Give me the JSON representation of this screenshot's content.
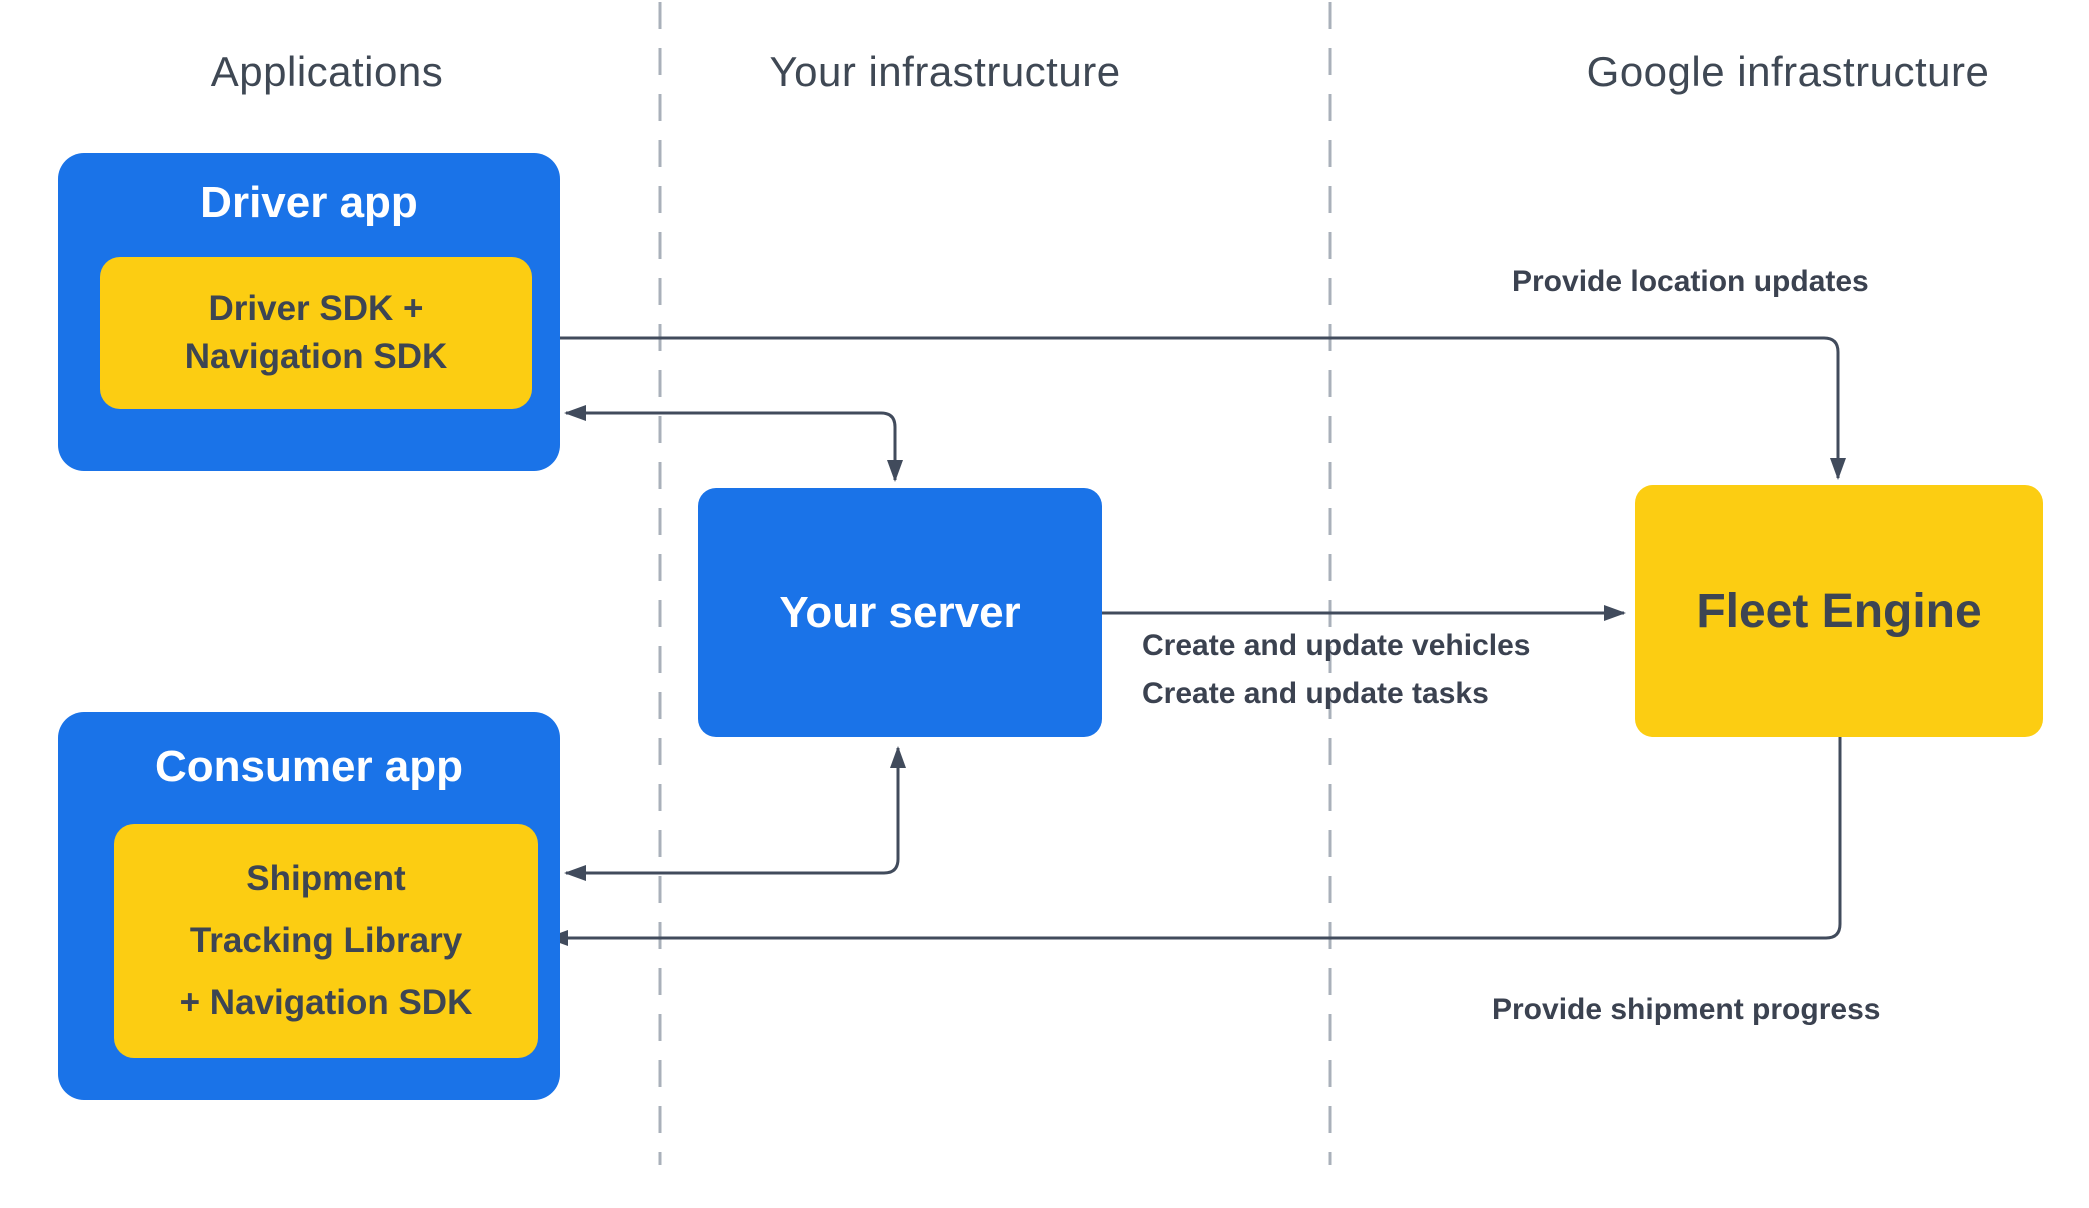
{
  "lanes": [
    {
      "label": "Applications"
    },
    {
      "label": "Your infrastructure"
    },
    {
      "label": "Google infrastructure"
    }
  ],
  "nodes": {
    "driver_app": {
      "title": "Driver app",
      "sdk_label": "Driver SDK +\nNavigation SDK"
    },
    "consumer_app": {
      "title": "Consumer app",
      "library_label": "Shipment\nTracking Library\n+ Navigation SDK"
    },
    "your_server": {
      "title": "Your server"
    },
    "fleet_engine": {
      "title": "Fleet Engine"
    }
  },
  "edges": {
    "location_updates": {
      "label": "Provide location updates",
      "from": "fleet_engine",
      "to": "driver_app"
    },
    "driver_server_link": {
      "from": "driver_app",
      "to": "your_server"
    },
    "consumer_server_link": {
      "from": "consumer_app",
      "to": "your_server"
    },
    "create_update": {
      "label": "Create and update vehicles\nCreate and update tasks",
      "from": "your_server",
      "to": "fleet_engine"
    },
    "shipment_progress": {
      "label": "Provide shipment progress",
      "from": "fleet_engine",
      "to": "consumer_app"
    }
  },
  "colors": {
    "box_blue": "#1a73e8",
    "box_yellow": "#fccd12",
    "connector": "#414b5c",
    "divider_gray": "#a9b0ba",
    "text_dark": "#3d4553",
    "text_header": "#3f4854"
  }
}
